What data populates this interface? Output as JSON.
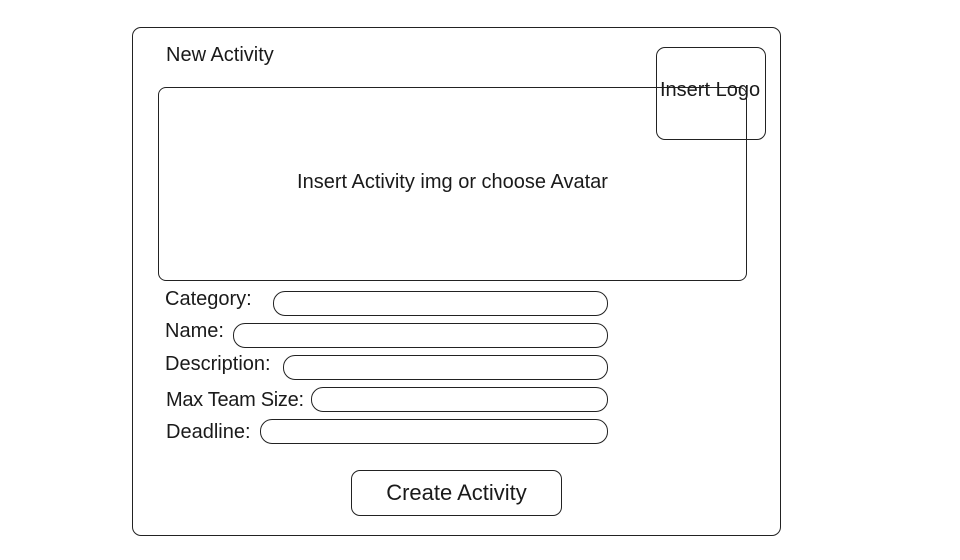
{
  "form": {
    "title": "New Activity",
    "image_placeholder": "Insert Activity img or choose Avatar",
    "logo_placeholder": "Insert Logo",
    "fields": {
      "category": {
        "label": "Category:",
        "value": ""
      },
      "name": {
        "label": "Name:",
        "value": ""
      },
      "description": {
        "label": "Description:",
        "value": ""
      },
      "max_team_size": {
        "label": "Max Team Size:",
        "value": ""
      },
      "deadline": {
        "label": "Deadline:",
        "value": ""
      }
    },
    "submit_label": "Create Activity"
  }
}
